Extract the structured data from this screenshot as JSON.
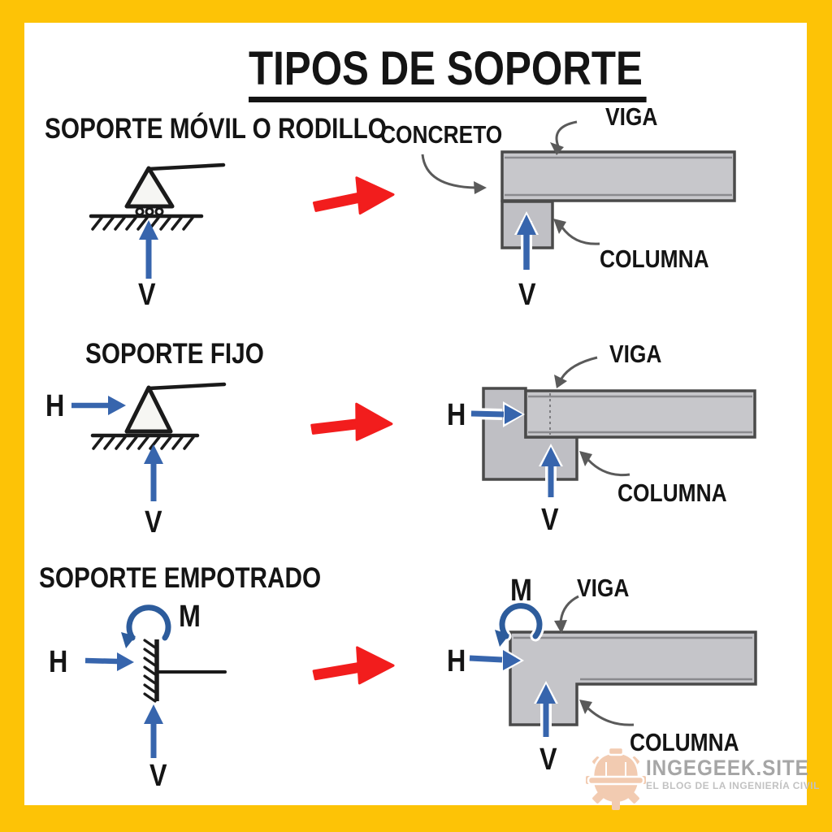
{
  "poster": {
    "title": "TIPOS DE SOPORTE",
    "colors": {
      "frame": "#FDC306",
      "background": "#FFFFFF",
      "text": "#141414",
      "red_arrow": "#F21D1D",
      "force_arrow_blue": "#3765AD",
      "moment_blue": "#2D5C9C",
      "concrete_fill": "#C5C5C9",
      "concrete_outline": "#4A4A4A",
      "annotation_gray": "#5A5A5A",
      "watermark_peach": "#F2CBB1",
      "watermark_text": "#A6A6A6"
    },
    "watermark": {
      "brand": "INGEGEEK.SITE",
      "tagline": "EL BLOG DE LA INGENIERÍA CIVIL"
    }
  },
  "sections": [
    {
      "title": "SOPORTE MÓVIL O RODILLO",
      "symbolic": {
        "v": "V"
      },
      "concrete": {
        "intro_label": "CONCRETO",
        "beam_label": "VIGA",
        "column_label": "COLUMNA",
        "v": "V"
      }
    },
    {
      "title": "SOPORTE FIJO",
      "symbolic": {
        "h": "H",
        "v": "V"
      },
      "concrete": {
        "beam_label": "VIGA",
        "column_label": "COLUMNA",
        "h": "H",
        "v": "V"
      }
    },
    {
      "title": "SOPORTE EMPOTRADO",
      "symbolic": {
        "h": "H",
        "v": "V",
        "m": "M"
      },
      "concrete": {
        "beam_label": "VIGA",
        "column_label": "COLUMNA",
        "h": "H",
        "v": "V",
        "m": "M"
      }
    }
  ]
}
